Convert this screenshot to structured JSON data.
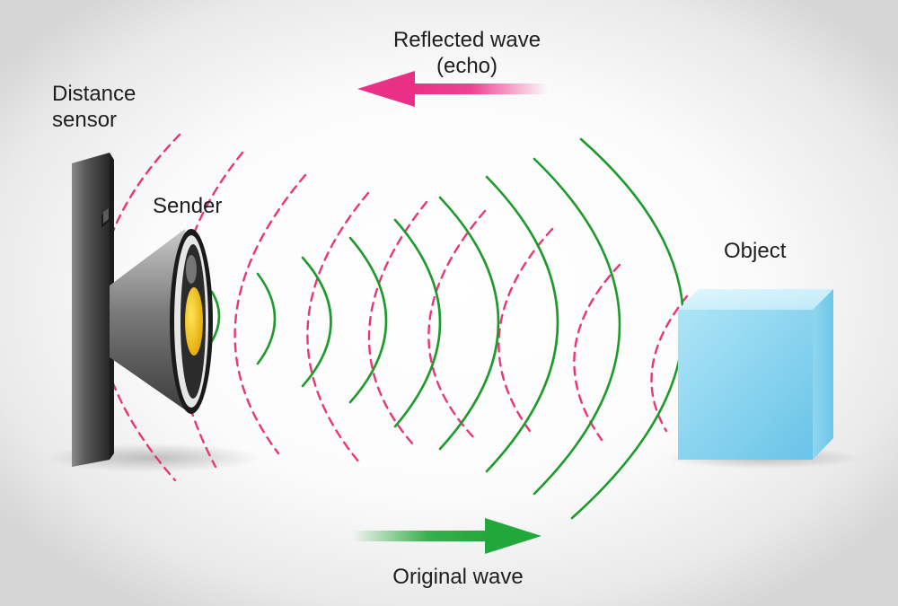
{
  "labels": {
    "reflected_line1": "Reflected wave",
    "reflected_line2": "(echo)",
    "sensor_line1": "Distance",
    "sensor_line2": "sensor",
    "sender": "Sender",
    "object": "Object",
    "original": "Original wave"
  },
  "colors": {
    "original_wave": "#1e9a2c",
    "reflected_wave": "#e8367a",
    "original_arrow": "#22a83a",
    "reflected_arrow": "#ea2f86",
    "object_cube": "#7fd0ee",
    "sensor_body": "#3a3a3a",
    "speaker_core": "#f4c20f"
  },
  "icons": {
    "sensor": "distance-sensor-icon",
    "speaker": "speaker-icon",
    "object": "cube-icon"
  }
}
